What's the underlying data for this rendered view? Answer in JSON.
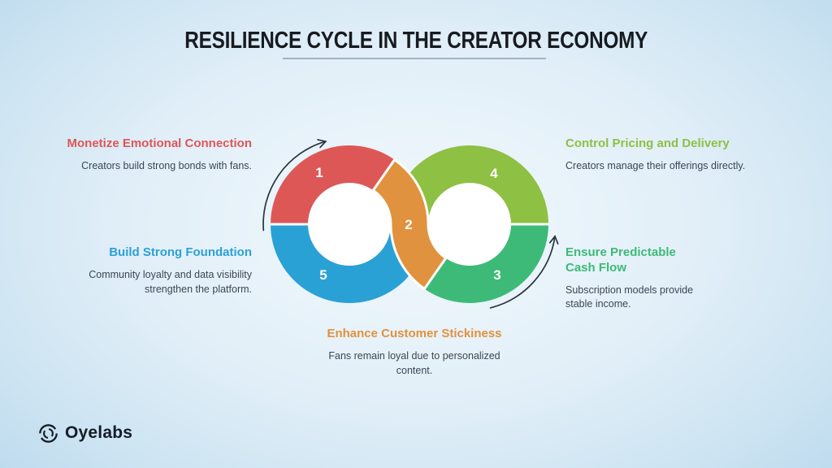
{
  "title": "RESILIENCE CYCLE IN THE CREATOR ECONOMY",
  "brand": {
    "name": "Oyelabs"
  },
  "steps": [
    {
      "num": "1",
      "label": "Monetize Emotional Connection",
      "desc": "Creators build strong bonds with fans.",
      "color": "#DD5757"
    },
    {
      "num": "2",
      "label": "Enhance Customer Stickiness",
      "desc": "Fans remain loyal due to personalized content.",
      "color": "#E0923E"
    },
    {
      "num": "3",
      "label": "Ensure Predictable Cash Flow",
      "desc": "Subscription models provide stable income.",
      "color": "#3EBA78"
    },
    {
      "num": "4",
      "label": "Control Pricing and Delivery",
      "desc": "Creators manage their offerings directly.",
      "color": "#8EC043"
    },
    {
      "num": "5",
      "label": "Build Strong Foundation",
      "desc": "Community loyalty and data visibility strengthen the platform.",
      "color": "#2AA1D5"
    }
  ],
  "palette": {
    "title_text": "#171B20",
    "body_text": "#3C4654",
    "number_text": "#FFFFFF",
    "arrow": "#2B3440",
    "underline": "#9EB4C4",
    "donut_hole": "#FFFFFF",
    "separator": "#FFFFFF",
    "logo": "#141C26"
  }
}
